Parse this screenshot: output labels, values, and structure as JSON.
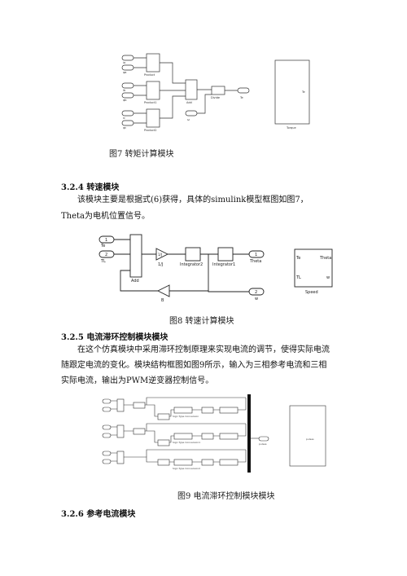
{
  "fig7": {
    "caption": "图7  转矩计算模块",
    "in_labels": [
      "ia",
      "ψa",
      "ib",
      "ψb",
      "ic",
      "ψc"
    ],
    "product_labels": [
      "Product",
      "Product1",
      "Product2"
    ],
    "add_label": "Add",
    "gain_label": "Divide",
    "out_label": "Te",
    "const_label": "ω",
    "subsystem_label": "Torque",
    "subsystem_out": "Te"
  },
  "sec324": {
    "heading": "3.2.4  转速模块",
    "para_line1": "该模块主要是根据式(6)获得，具体的simulink模型框图如图7，",
    "para_line2": "Theta为电机位置信号。"
  },
  "fig8": {
    "caption": "图8 转速计算模块",
    "in1_num": "1",
    "in1_label": "Te",
    "in2_num": "2",
    "in2_label": "TL",
    "add_label": "Add",
    "gain1_text": "1/J",
    "gain1_label": "1/J",
    "int1_label": "Integrator2",
    "int2_label": "Integrator1",
    "out1_num": "1",
    "out1_label": "Theta",
    "out2_num": "2",
    "out2_label": "w",
    "gain2_label": "B",
    "sub_in1": "Te",
    "sub_in2": "TL",
    "sub_out1": "Theta",
    "sub_out2": "w",
    "sub_label": "Speed"
  },
  "sec325": {
    "heading": "3.2.5  电流滞环控制模块模块",
    "para_line1": "在这个仿真模块中采用滞环控制原理来实现电流的调节，使得实际电流",
    "para_line2": "随跟定电流的变化。模块结构框图如图9所示，输入为三相参考电流和三相",
    "para_line3": "实际电流，输出为PWM逆变器控制信号。"
  },
  "fig9": {
    "caption": "图9   电流滞环控制模块模块",
    "row_labels": [
      "Sign Type Conversion",
      "Sign Type Conversion1",
      "Sign Type Conversion2"
    ],
    "out_label": "pulses",
    "sub_label": "pulses"
  },
  "sec326": {
    "heading": "3.2.6  参考电流模块"
  }
}
